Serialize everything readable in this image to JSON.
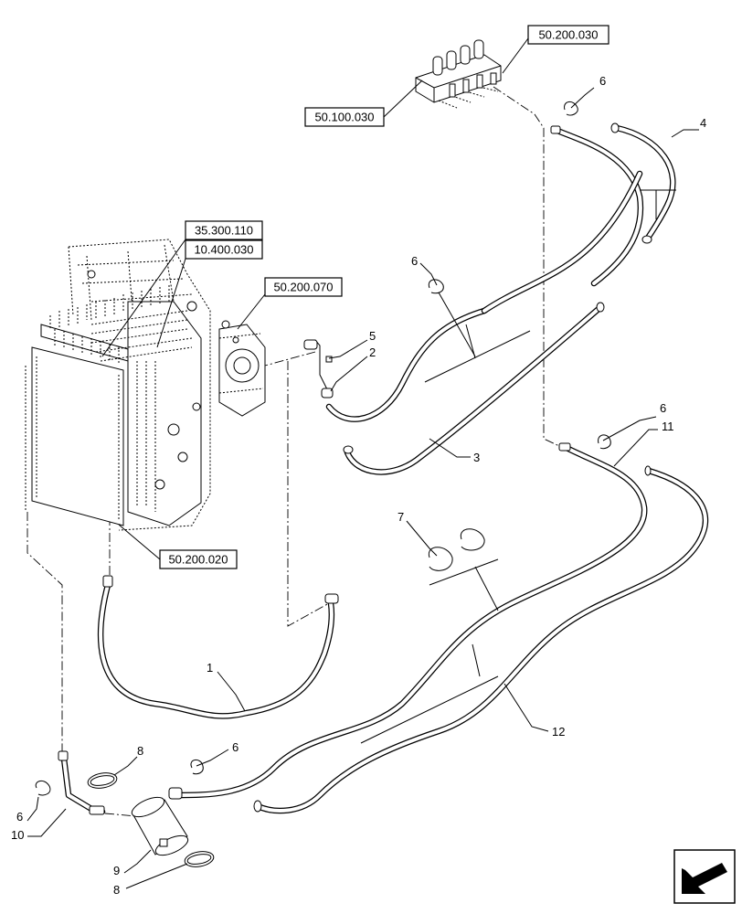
{
  "references": {
    "r1": "50.200.030",
    "r2": "50.100.030",
    "r3": "35.300.110",
    "r4": "10.400.030",
    "r5": "50.200.070",
    "r6": "50.200.020"
  },
  "callouts": {
    "c1": "1",
    "c2": "2",
    "c3": "3",
    "c4": "4",
    "c5": "5",
    "c6a": "6",
    "c6b": "6",
    "c6c": "6",
    "c6d": "6",
    "c6e": "6",
    "c7": "7",
    "c8a": "8",
    "c8b": "8",
    "c9": "9",
    "c10": "10",
    "c11": "11",
    "c12": "12"
  },
  "nav_icon": "arrow-back-icon"
}
